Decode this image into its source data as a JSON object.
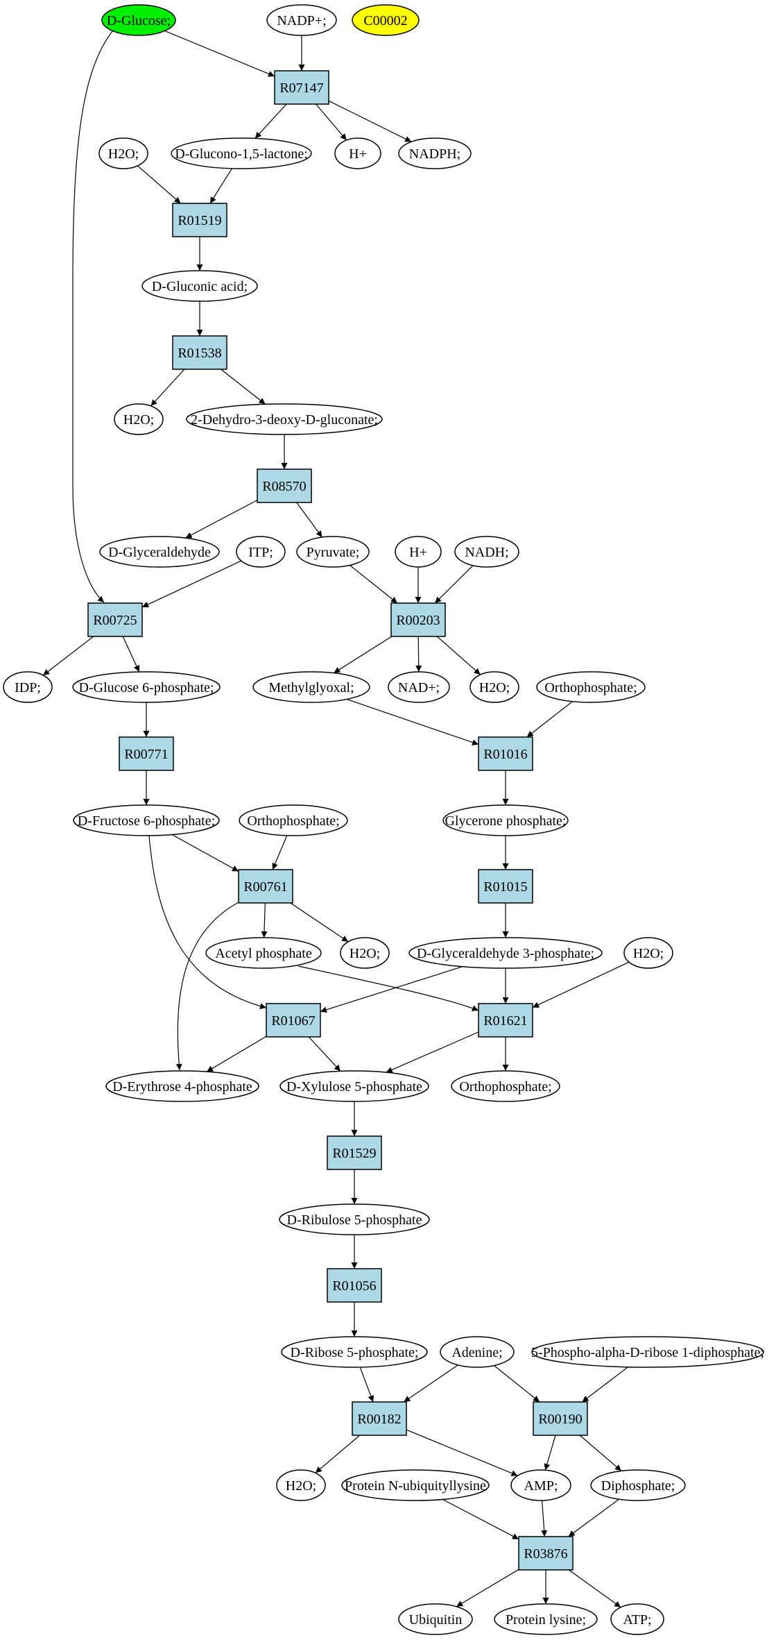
{
  "compounds": {
    "d_glucose": "D-Glucose;",
    "nadp_plus": "NADP+;",
    "c00002": "C00002",
    "h_plus_1": "H+",
    "nadph": "NADPH;",
    "h2o_1": "H2O;",
    "d_glucono_lactone": "D-Glucono-1,5-lactone;",
    "d_gluconic_acid": "D-Gluconic acid;",
    "h2o_2": "H2O;",
    "dehydro_deoxy_gluconate": "2-Dehydro-3-deoxy-D-gluconate;",
    "d_glyceraldehyde": "D-Glyceraldehyde",
    "itp": "ITP;",
    "pyruvate": "Pyruvate;",
    "h_plus_2": "H+",
    "nadh": "NADH;",
    "idp": "IDP;",
    "d_glucose_6p": "D-Glucose 6-phosphate;",
    "methylglyoxal": "Methylglyoxal;",
    "nad_plus": "NAD+;",
    "h2o_3": "H2O;",
    "orthophosphate_1": "Orthophosphate;",
    "d_fructose_6p": "D-Fructose 6-phosphate;",
    "orthophosphate_2": "Orthophosphate;",
    "glycerone_phosphate": "Glycerone phosphate;",
    "acetyl_phosphate": "Acetyl phosphate",
    "h2o_4": "H2O;",
    "d_glyceraldehyde_3p": "D-Glyceraldehyde 3-phosphate;",
    "h2o_5": "H2O;",
    "d_erythrose_4p": "D-Erythrose 4-phosphate",
    "d_xylulose_5p": "D-Xylulose 5-phosphate",
    "orthophosphate_3": "Orthophosphate;",
    "d_ribulose_5p": "D-Ribulose 5-phosphate",
    "d_ribose_5p": "D-Ribose 5-phosphate;",
    "adenine": "Adenine;",
    "prpp": "5-Phospho-alpha-D-ribose 1-diphosphate;",
    "h2o_6": "H2O;",
    "protein_n_ubiquityllysine": "Protein N-ubiquityllysine",
    "amp": "AMP;",
    "diphosphate": "Diphosphate;",
    "ubiquitin": "Ubiquitin",
    "protein_lysine": "Protein lysine;",
    "atp": "ATP;"
  },
  "reactions": {
    "r07147": "R07147",
    "r01519": "R01519",
    "r01538": "R01538",
    "r08570": "R08570",
    "r00725": "R00725",
    "r00203": "R00203",
    "r00771": "R00771",
    "r01016": "R01016",
    "r00761": "R00761",
    "r01015": "R01015",
    "r01067": "R01067",
    "r01621": "R01621",
    "r01529": "R01529",
    "r01056": "R01056",
    "r00182": "R00182",
    "r00190": "R00190",
    "r03876": "R03876"
  },
  "colors": {
    "reaction_fill": "#add8e6",
    "highlight_source": "#00ee00",
    "highlight_compound": "#ffff00"
  },
  "edges": [
    [
      "d_glucose",
      "r07147"
    ],
    [
      "nadp_plus",
      "r07147"
    ],
    [
      "r07147",
      "d_glucono_lactone"
    ],
    [
      "r07147",
      "h_plus_1"
    ],
    [
      "r07147",
      "nadph"
    ],
    [
      "h2o_1",
      "r01519"
    ],
    [
      "d_glucono_lactone",
      "r01519"
    ],
    [
      "r01519",
      "d_gluconic_acid"
    ],
    [
      "d_gluconic_acid",
      "r01538"
    ],
    [
      "r01538",
      "h2o_2"
    ],
    [
      "r01538",
      "dehydro_deoxy_gluconate"
    ],
    [
      "dehydro_deoxy_gluconate",
      "r08570"
    ],
    [
      "r08570",
      "d_glyceraldehyde"
    ],
    [
      "r08570",
      "pyruvate"
    ],
    [
      "d_glucose",
      "r00725"
    ],
    [
      "itp",
      "r00725"
    ],
    [
      "pyruvate",
      "r00203"
    ],
    [
      "h_plus_2",
      "r00203"
    ],
    [
      "nadh",
      "r00203"
    ],
    [
      "r00725",
      "idp"
    ],
    [
      "r00725",
      "d_glucose_6p"
    ],
    [
      "r00203",
      "methylglyoxal"
    ],
    [
      "r00203",
      "nad_plus"
    ],
    [
      "r00203",
      "h2o_3"
    ],
    [
      "d_glucose_6p",
      "r00771"
    ],
    [
      "methylglyoxal",
      "r01016"
    ],
    [
      "orthophosphate_1",
      "r01016"
    ],
    [
      "r00771",
      "d_fructose_6p"
    ],
    [
      "r01016",
      "glycerone_phosphate"
    ],
    [
      "d_fructose_6p",
      "r00761"
    ],
    [
      "orthophosphate_2",
      "r00761"
    ],
    [
      "glycerone_phosphate",
      "r01015"
    ],
    [
      "r00761",
      "acetyl_phosphate"
    ],
    [
      "r00761",
      "h2o_4"
    ],
    [
      "r00761",
      "d_erythrose_4p"
    ],
    [
      "r01015",
      "d_glyceraldehyde_3p"
    ],
    [
      "d_fructose_6p",
      "r01067"
    ],
    [
      "d_glyceraldehyde_3p",
      "r01067"
    ],
    [
      "acetyl_phosphate",
      "r01621"
    ],
    [
      "d_glyceraldehyde_3p",
      "r01621"
    ],
    [
      "h2o_5",
      "r01621"
    ],
    [
      "r01067",
      "d_erythrose_4p"
    ],
    [
      "r01067",
      "d_xylulose_5p"
    ],
    [
      "r01621",
      "d_xylulose_5p"
    ],
    [
      "r01621",
      "orthophosphate_3"
    ],
    [
      "d_xylulose_5p",
      "r01529"
    ],
    [
      "r01529",
      "d_ribulose_5p"
    ],
    [
      "d_ribulose_5p",
      "r01056"
    ],
    [
      "r01056",
      "d_ribose_5p"
    ],
    [
      "d_ribose_5p",
      "r00182"
    ],
    [
      "adenine",
      "r00182"
    ],
    [
      "adenine",
      "r00190"
    ],
    [
      "prpp",
      "r00190"
    ],
    [
      "r00182",
      "h2o_6"
    ],
    [
      "r00182",
      "amp"
    ],
    [
      "r00190",
      "amp"
    ],
    [
      "r00190",
      "diphosphate"
    ],
    [
      "protein_n_ubiquityllysine",
      "r03876"
    ],
    [
      "amp",
      "r03876"
    ],
    [
      "diphosphate",
      "r03876"
    ],
    [
      "r03876",
      "ubiquitin"
    ],
    [
      "r03876",
      "protein_lysine"
    ],
    [
      "r03876",
      "atp"
    ]
  ]
}
